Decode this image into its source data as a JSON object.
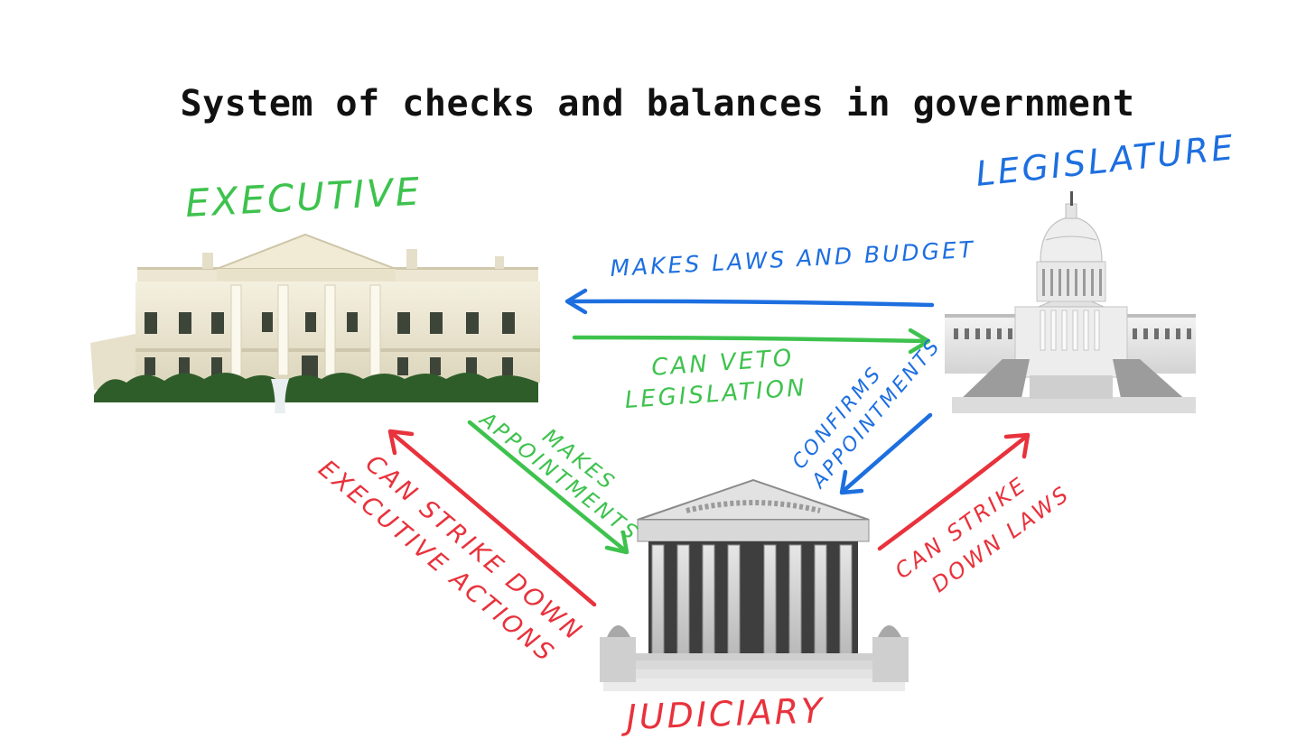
{
  "title": "System of checks and balances in government",
  "colors": {
    "executive": "#3ec24e",
    "legislature": "#1d6fe0",
    "judiciary": "#e8323c"
  },
  "branches": {
    "executive": {
      "label": "EXECUTIVE",
      "building": "white-house"
    },
    "legislature": {
      "label": "LEGISLATURE",
      "building": "us-capitol"
    },
    "judiciary": {
      "label": "JUDICIARY",
      "building": "supreme-court"
    }
  },
  "checks": {
    "makes_laws": {
      "line1": "MAKES LAWS AND BUDGET"
    },
    "can_veto": {
      "line1": "CAN VETO",
      "line2": "LEGISLATION"
    },
    "makes_appointments": {
      "line1": "MAKES",
      "line2": "APPOINTMENTS"
    },
    "confirms_appointments": {
      "line1": "CONFIRMS",
      "line2": "APPOINTMENTS"
    },
    "strike_exec": {
      "line1": "CAN STRIKE DOWN",
      "line2": "EXECUTIVE ACTIONS"
    },
    "strike_laws": {
      "line1": "CAN STRIKE",
      "line2": "DOWN LAWS"
    }
  }
}
